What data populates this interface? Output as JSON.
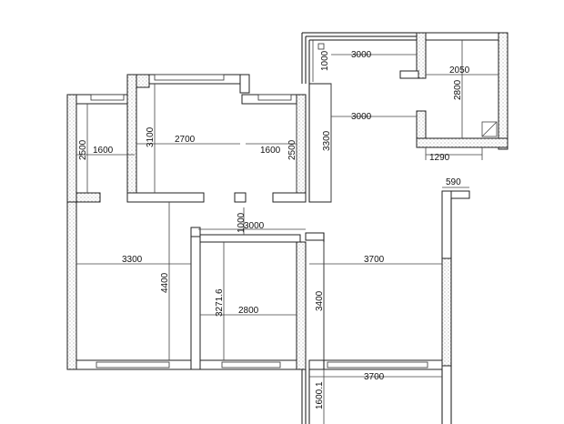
{
  "dimensions": {
    "top_left_room_height": "2500",
    "top_left_room_width": "1600",
    "bedroom_height": "3100",
    "bedroom_width": "2700",
    "mid_room_width": "1600",
    "mid_room_height": "2500",
    "corridor_height": "3300",
    "balcony_top_height": "1000",
    "balcony_top_width": "3000",
    "corridor_width": "3000",
    "right_room_width": "2050",
    "right_room_height": "2800",
    "right_room_bottom_width": "1290",
    "right_stub_width": "590",
    "entry_offset": "1000",
    "entry_width": "3000",
    "living_width": "3300",
    "living_height": "4400",
    "middle_room_height": "3271.6",
    "middle_room_width": "2800",
    "right_hall_height": "3400",
    "right_hall_width": "3700",
    "bottom_width": "3700",
    "bottom_height": "1600.1"
  }
}
